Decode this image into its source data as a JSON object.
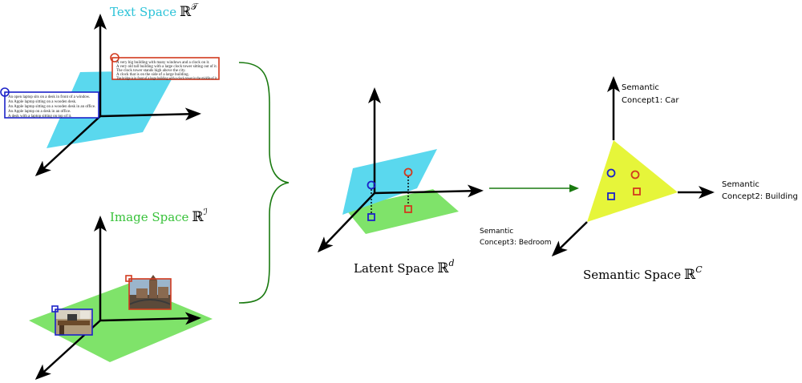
{
  "colors": {
    "cyan": "#5ad8ee",
    "green": "#7fe36a",
    "yellow": "#e6f53a",
    "blue": "#1c22c8",
    "red": "#d23a1e",
    "dark_green": "#1a7a10",
    "text_cyan": "#2cc3d8",
    "text_green": "#38c23a"
  },
  "text_space": {
    "label": "Text Space",
    "symbol": "ℝ",
    "superscript": "𝒯",
    "blue_captions": [
      "An open laptop sits on a desk in front of a window.",
      "An Apple laptop sitting on a wooden desk.",
      "An Apple laptop sitting on a wooden desk in an office.",
      "An Apple laptop on a desk in an office.",
      "A desk with a laptop sitting on top of it."
    ],
    "red_captions": [
      "A very big building with many windows and a clock on it.",
      "A very old tall building with a large clock tower sitting out of it.",
      "The clock tower stands high above the city.",
      "A clock that is on the side of a large building.",
      "The bridge is in front of a huge building with a clock tower in the middle of it."
    ]
  },
  "image_space": {
    "label": "Image Space",
    "symbol": "ℝ",
    "superscript": "ℐ"
  },
  "latent_space": {
    "label": "Latent Space",
    "symbol": "ℝ",
    "superscript": "d"
  },
  "semantic_space": {
    "label": "Semantic Space",
    "symbol": "ℝ",
    "superscript": "C",
    "concept1_line1": "Semantic",
    "concept1_line2": "Concept1: Car",
    "concept2_line1": "Semantic",
    "concept2_line2": "Concept2: Building",
    "concept3_line1": "Semantic",
    "concept3_line2": "Concept3: Bedroom"
  }
}
